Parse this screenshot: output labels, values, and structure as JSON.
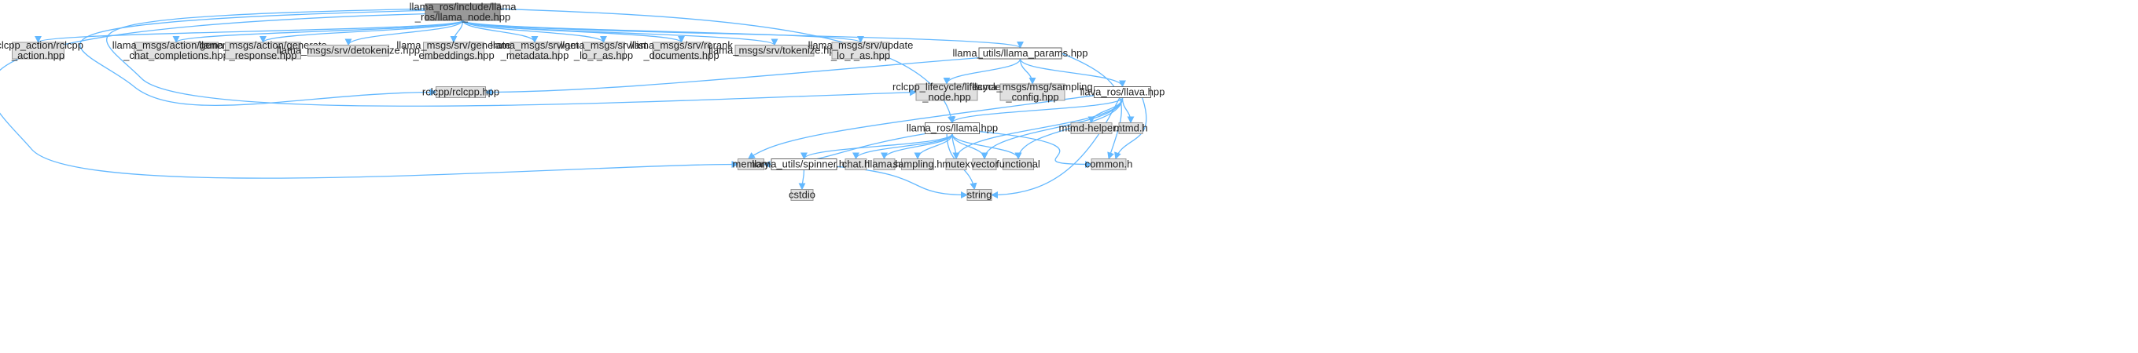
{
  "diagram": {
    "colors": {
      "edge": "#63b8ff",
      "root_fill": "#999999",
      "system_fill": "#e0e0e0",
      "doc_fill": "#ffffff",
      "border_gray": "#999999",
      "border_dark": "#666666"
    },
    "nodes": [
      {
        "id": "root",
        "kind": "root",
        "lines": [
          "llama_ros/include/llama",
          "_ros/llama_node.hpp"
        ]
      },
      {
        "id": "rclcpp_action",
        "kind": "system",
        "lines": [
          "rclcpp_action/rclcpp",
          "_action.hpp"
        ]
      },
      {
        "id": "gen_chat",
        "kind": "system",
        "lines": [
          "llama_msgs/action/generate",
          "_chat_completions.hpp"
        ]
      },
      {
        "id": "gen_resp",
        "kind": "system",
        "lines": [
          "llama_msgs/action/generate",
          "_response.hpp"
        ]
      },
      {
        "id": "detok",
        "kind": "system",
        "lines": [
          "llama_msgs/srv/detokenize.hpp"
        ]
      },
      {
        "id": "gen_emb",
        "kind": "system",
        "lines": [
          "llama_msgs/srv/generate",
          "_embeddings.hpp"
        ]
      },
      {
        "id": "get_meta",
        "kind": "system",
        "lines": [
          "llama_msgs/srv/get",
          "_metadata.hpp"
        ]
      },
      {
        "id": "list_lora",
        "kind": "system",
        "lines": [
          "llama_msgs/srv/list",
          "_lo_r_as.hpp"
        ]
      },
      {
        "id": "rerank",
        "kind": "system",
        "lines": [
          "llama_msgs/srv/rerank",
          "_documents.hpp"
        ]
      },
      {
        "id": "tokenize",
        "kind": "system",
        "lines": [
          "llama_msgs/srv/tokenize.hpp"
        ]
      },
      {
        "id": "update_lora",
        "kind": "system",
        "lines": [
          "llama_msgs/srv/update",
          "_lo_r_as.hpp"
        ]
      },
      {
        "id": "params",
        "kind": "doc",
        "lines": [
          "llama_utils/llama_params.hpp"
        ]
      },
      {
        "id": "rclcpp",
        "kind": "system",
        "lines": [
          "rclcpp/rclcpp.hpp"
        ]
      },
      {
        "id": "lifecycle",
        "kind": "system",
        "lines": [
          "rclcpp_lifecycle/lifecycle",
          "_node.hpp"
        ]
      },
      {
        "id": "sampling_cfg",
        "kind": "system",
        "lines": [
          "llama_msgs/msg/sampling",
          "_config.hpp"
        ]
      },
      {
        "id": "llava",
        "kind": "doc",
        "lines": [
          "llava_ros/llava.hpp"
        ]
      },
      {
        "id": "llama_hpp",
        "kind": "doc",
        "lines": [
          "llama_ros/llama.hpp"
        ]
      },
      {
        "id": "mtmd_helper",
        "kind": "system",
        "lines": [
          "mtmd-helper.h"
        ]
      },
      {
        "id": "mtmd",
        "kind": "system",
        "lines": [
          "mtmd.h"
        ]
      },
      {
        "id": "memory",
        "kind": "system",
        "lines": [
          "memory"
        ]
      },
      {
        "id": "spinner",
        "kind": "doc",
        "lines": [
          "llama_utils/spinner.hpp"
        ]
      },
      {
        "id": "chat",
        "kind": "system",
        "lines": [
          "chat.h"
        ]
      },
      {
        "id": "llama_h",
        "kind": "system",
        "lines": [
          "llama.h"
        ]
      },
      {
        "id": "sampling_h",
        "kind": "system",
        "lines": [
          "sampling.h"
        ]
      },
      {
        "id": "mutex",
        "kind": "system",
        "lines": [
          "mutex"
        ]
      },
      {
        "id": "vector",
        "kind": "system",
        "lines": [
          "vector"
        ]
      },
      {
        "id": "functional",
        "kind": "system",
        "lines": [
          "functional"
        ]
      },
      {
        "id": "common",
        "kind": "system",
        "lines": [
          "common.h"
        ]
      },
      {
        "id": "cstdio",
        "kind": "system",
        "lines": [
          "cstdio"
        ]
      },
      {
        "id": "string",
        "kind": "system",
        "lines": [
          "string"
        ]
      }
    ],
    "edges": [
      {
        "from": "root",
        "to": "rclcpp_action"
      },
      {
        "from": "root",
        "to": "gen_chat"
      },
      {
        "from": "root",
        "to": "gen_resp"
      },
      {
        "from": "root",
        "to": "detok"
      },
      {
        "from": "root",
        "to": "gen_emb"
      },
      {
        "from": "root",
        "to": "get_meta"
      },
      {
        "from": "root",
        "to": "list_lora"
      },
      {
        "from": "root",
        "to": "rerank"
      },
      {
        "from": "root",
        "to": "tokenize"
      },
      {
        "from": "root",
        "to": "update_lora"
      },
      {
        "from": "root",
        "to": "params"
      },
      {
        "from": "root",
        "to": "rclcpp"
      },
      {
        "from": "root",
        "to": "lifecycle"
      },
      {
        "from": "root",
        "to": "memory"
      },
      {
        "from": "root",
        "to": "llama_hpp"
      },
      {
        "from": "params",
        "to": "rclcpp"
      },
      {
        "from": "params",
        "to": "lifecycle"
      },
      {
        "from": "params",
        "to": "sampling_cfg"
      },
      {
        "from": "params",
        "to": "llava"
      },
      {
        "from": "params",
        "to": "common"
      },
      {
        "from": "llava",
        "to": "llama_hpp"
      },
      {
        "from": "llava",
        "to": "mtmd_helper"
      },
      {
        "from": "llava",
        "to": "mtmd"
      },
      {
        "from": "llava",
        "to": "common"
      },
      {
        "from": "llava",
        "to": "functional"
      },
      {
        "from": "llava",
        "to": "vector"
      },
      {
        "from": "llava",
        "to": "mutex"
      },
      {
        "from": "llava",
        "to": "memory"
      },
      {
        "from": "llava",
        "to": "string"
      },
      {
        "from": "llama_hpp",
        "to": "memory"
      },
      {
        "from": "llama_hpp",
        "to": "spinner"
      },
      {
        "from": "llama_hpp",
        "to": "chat"
      },
      {
        "from": "llama_hpp",
        "to": "llama_h"
      },
      {
        "from": "llama_hpp",
        "to": "sampling_h"
      },
      {
        "from": "llama_hpp",
        "to": "mutex"
      },
      {
        "from": "llama_hpp",
        "to": "vector"
      },
      {
        "from": "llama_hpp",
        "to": "functional"
      },
      {
        "from": "llama_hpp",
        "to": "common"
      },
      {
        "from": "llama_hpp",
        "to": "string"
      },
      {
        "from": "spinner",
        "to": "cstdio"
      },
      {
        "from": "spinner",
        "to": "string"
      }
    ]
  }
}
